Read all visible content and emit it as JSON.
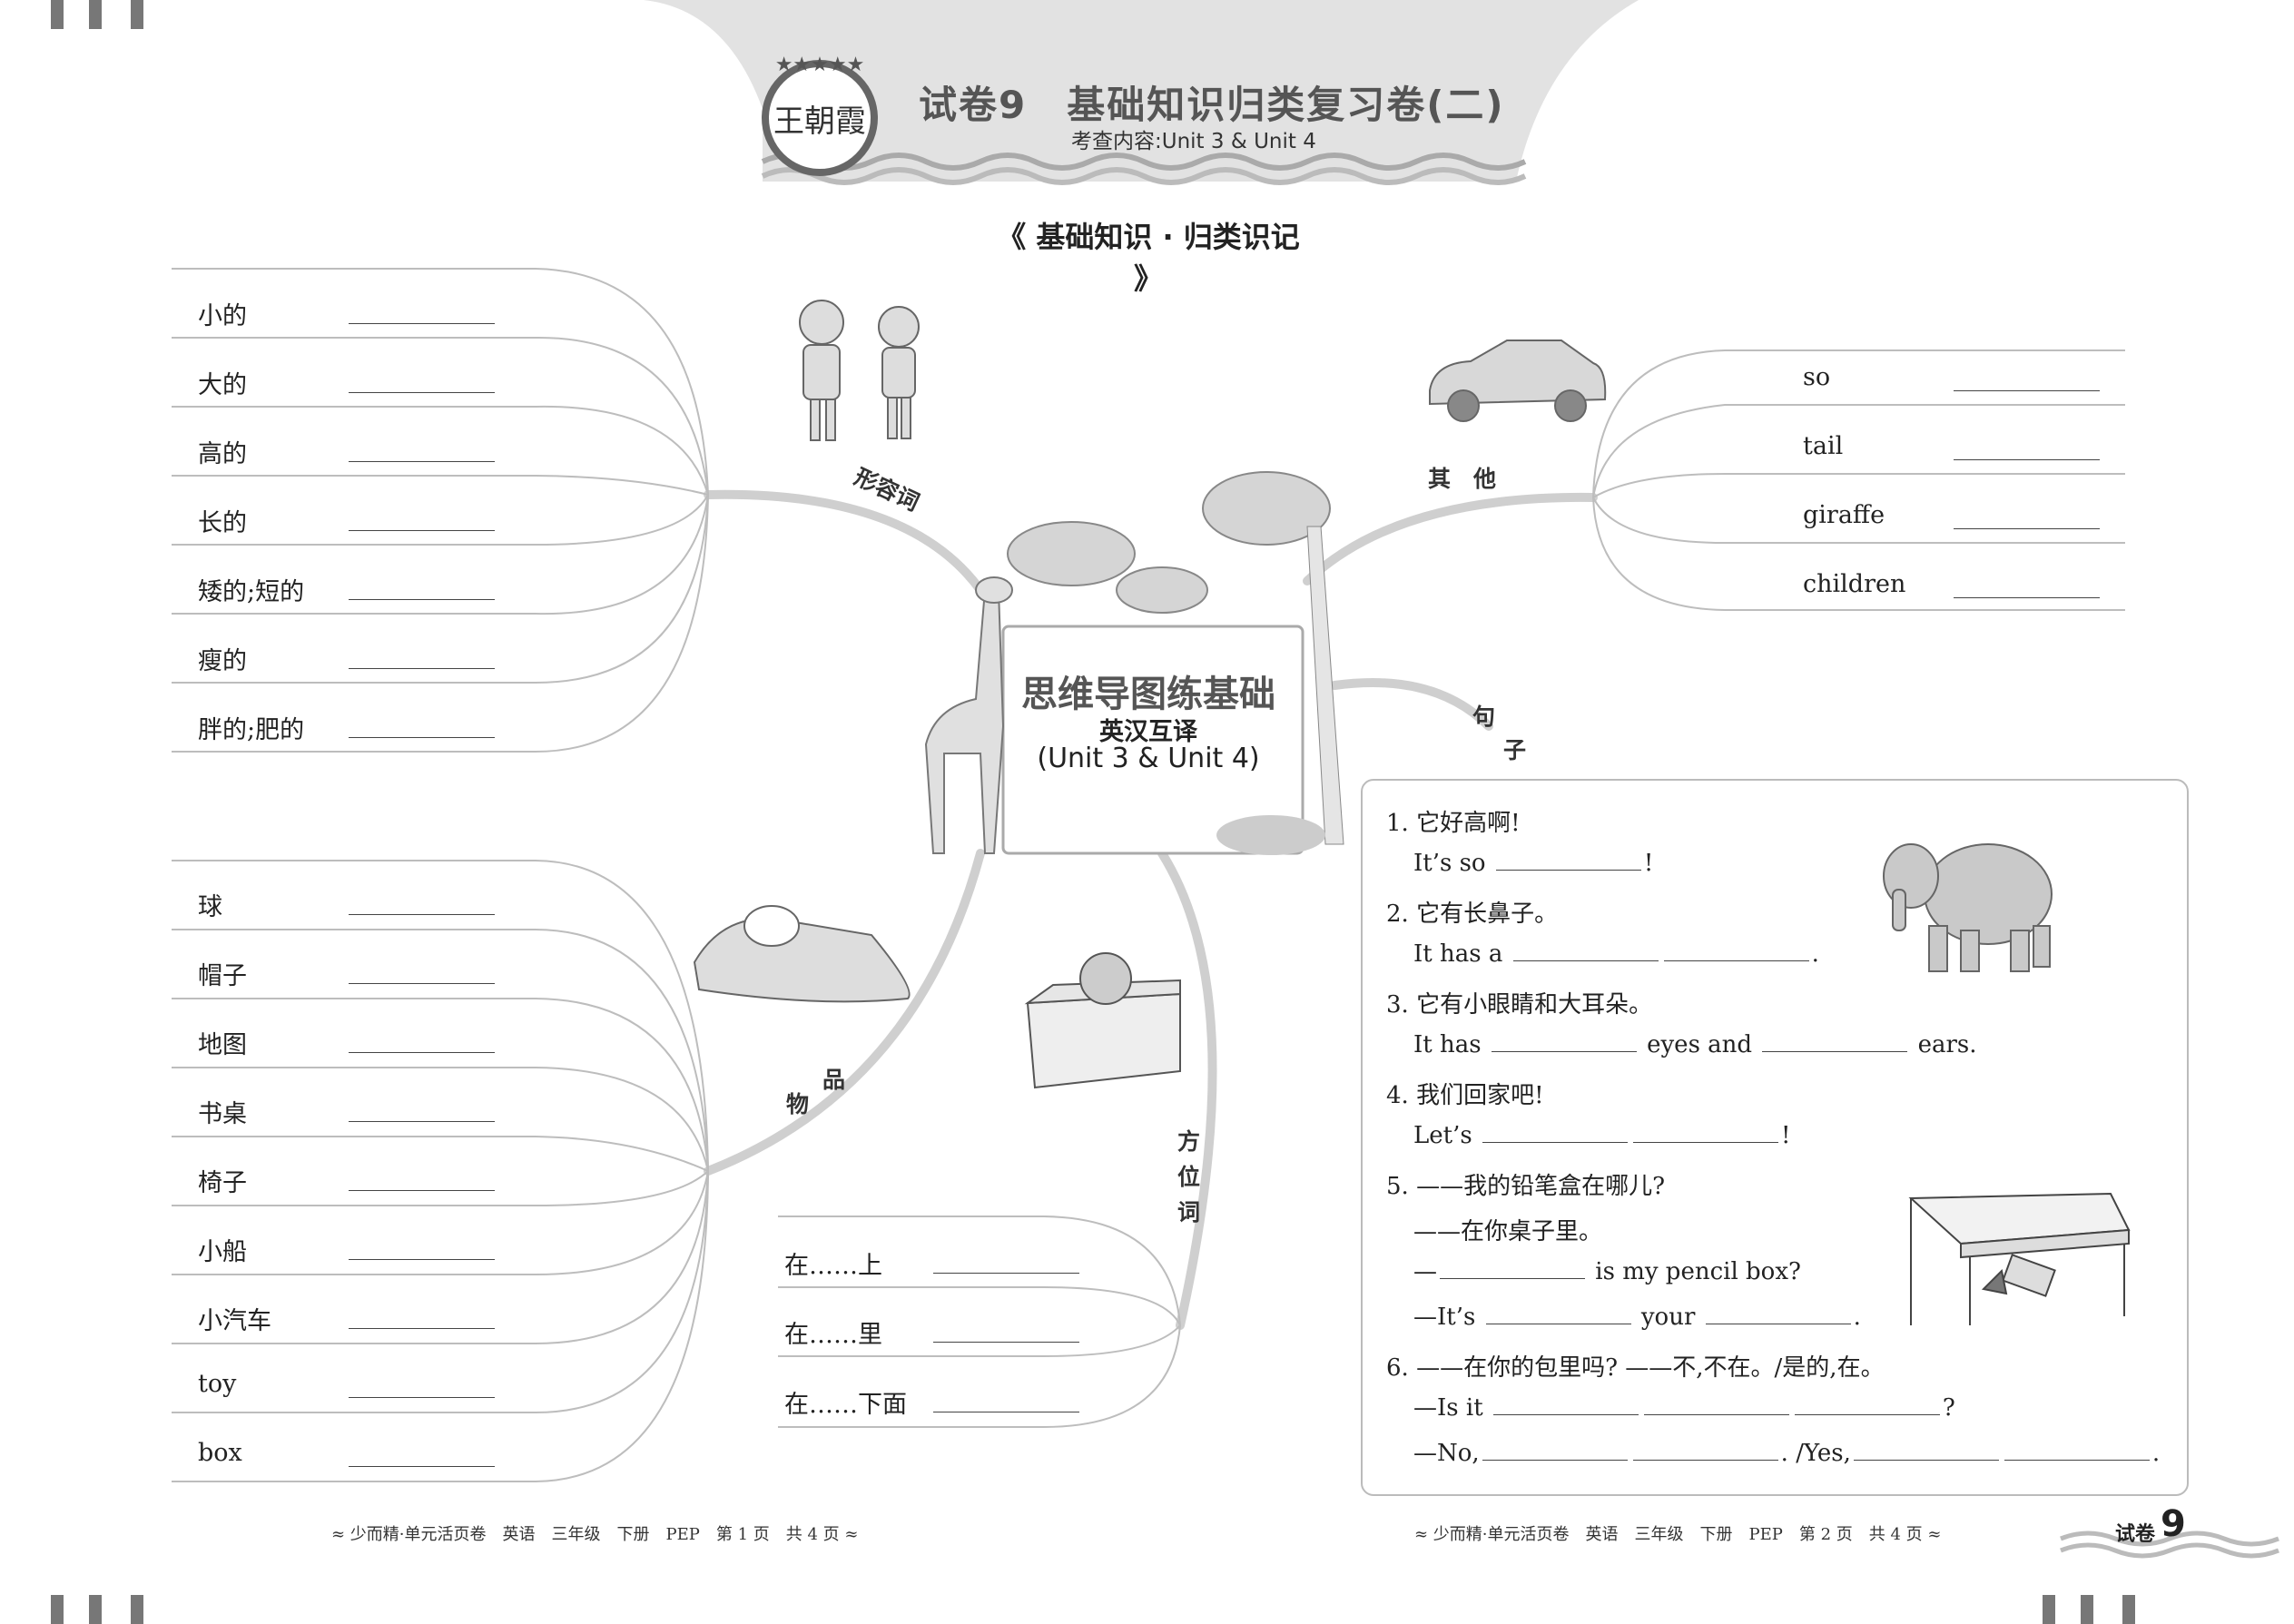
{
  "header": {
    "logo_text": "王朝霞",
    "title": "试卷9　基础知识归类复习卷(二)",
    "subtitle": "考查内容:Unit 3 & Unit 4"
  },
  "section_heading": "《 基础知识 · 归类识记 》",
  "center": {
    "title": "思维导图练基础",
    "subtitle": "英汉互译",
    "units": "(Unit 3 & Unit 4)"
  },
  "branches": {
    "adjectives": {
      "label": "形容词",
      "items": [
        "小的",
        "大的",
        "高的",
        "长的",
        "矮的;短的",
        "瘦的",
        "胖的;肥的"
      ]
    },
    "others": {
      "label": "其　他",
      "items": [
        "so",
        "tail",
        "giraffe",
        "children"
      ]
    },
    "objects": {
      "label_1": "品",
      "label_2": "物",
      "items": [
        "球",
        "帽子",
        "地图",
        "书桌",
        "椅子",
        "小船",
        "小汽车",
        "toy",
        "box"
      ]
    },
    "prepositions": {
      "label_1": "方",
      "label_2": "位",
      "label_3": "词",
      "items": [
        "在……上",
        "在……里",
        "在……下面"
      ]
    },
    "sentences": {
      "label_1": "句",
      "label_2": "子"
    }
  },
  "sentences": [
    {
      "cn": "1. 它好高啊!",
      "en_parts": [
        "It’s so",
        "!"
      ],
      "blanks": 1
    },
    {
      "cn": "2. 它有长鼻子。",
      "en_parts": [
        "It has a",
        "."
      ],
      "blanks": 2
    },
    {
      "cn": "3. 它有小眼睛和大耳朵。",
      "en_parts": [
        "It has",
        "eyes and",
        "ears."
      ]
    },
    {
      "cn": "4. 我们回家吧!",
      "en_parts": [
        "Let’s",
        "!"
      ]
    },
    {
      "cn": "5. ——我的铅笔盒在哪儿?",
      "cn2": "——在你桌子里。",
      "en_parts": [
        "—",
        "is my pencil box?"
      ],
      "en2_parts": [
        "—It’s",
        "your",
        "."
      ]
    },
    {
      "cn": "6. ——在你的包里吗? ——不,不在。/是的,在。",
      "en_parts": [
        "—Is it",
        "?"
      ],
      "en2_parts": [
        "—No,",
        ". /Yes,",
        "."
      ]
    }
  ],
  "footer": {
    "left": "≈ 少而精·单元活页卷　英语　三年级　下册　PEP　第 1 页　共 4 页 ≈",
    "right": "≈ 少而精·单元活页卷　英语　三年级　下册　PEP　第 2 页　共 4 页 ≈",
    "badge_label": "试卷",
    "badge_number": "9"
  },
  "colors": {
    "band": "#e2e2e2",
    "branch": "#c8c8c8",
    "ink": "#222222"
  }
}
